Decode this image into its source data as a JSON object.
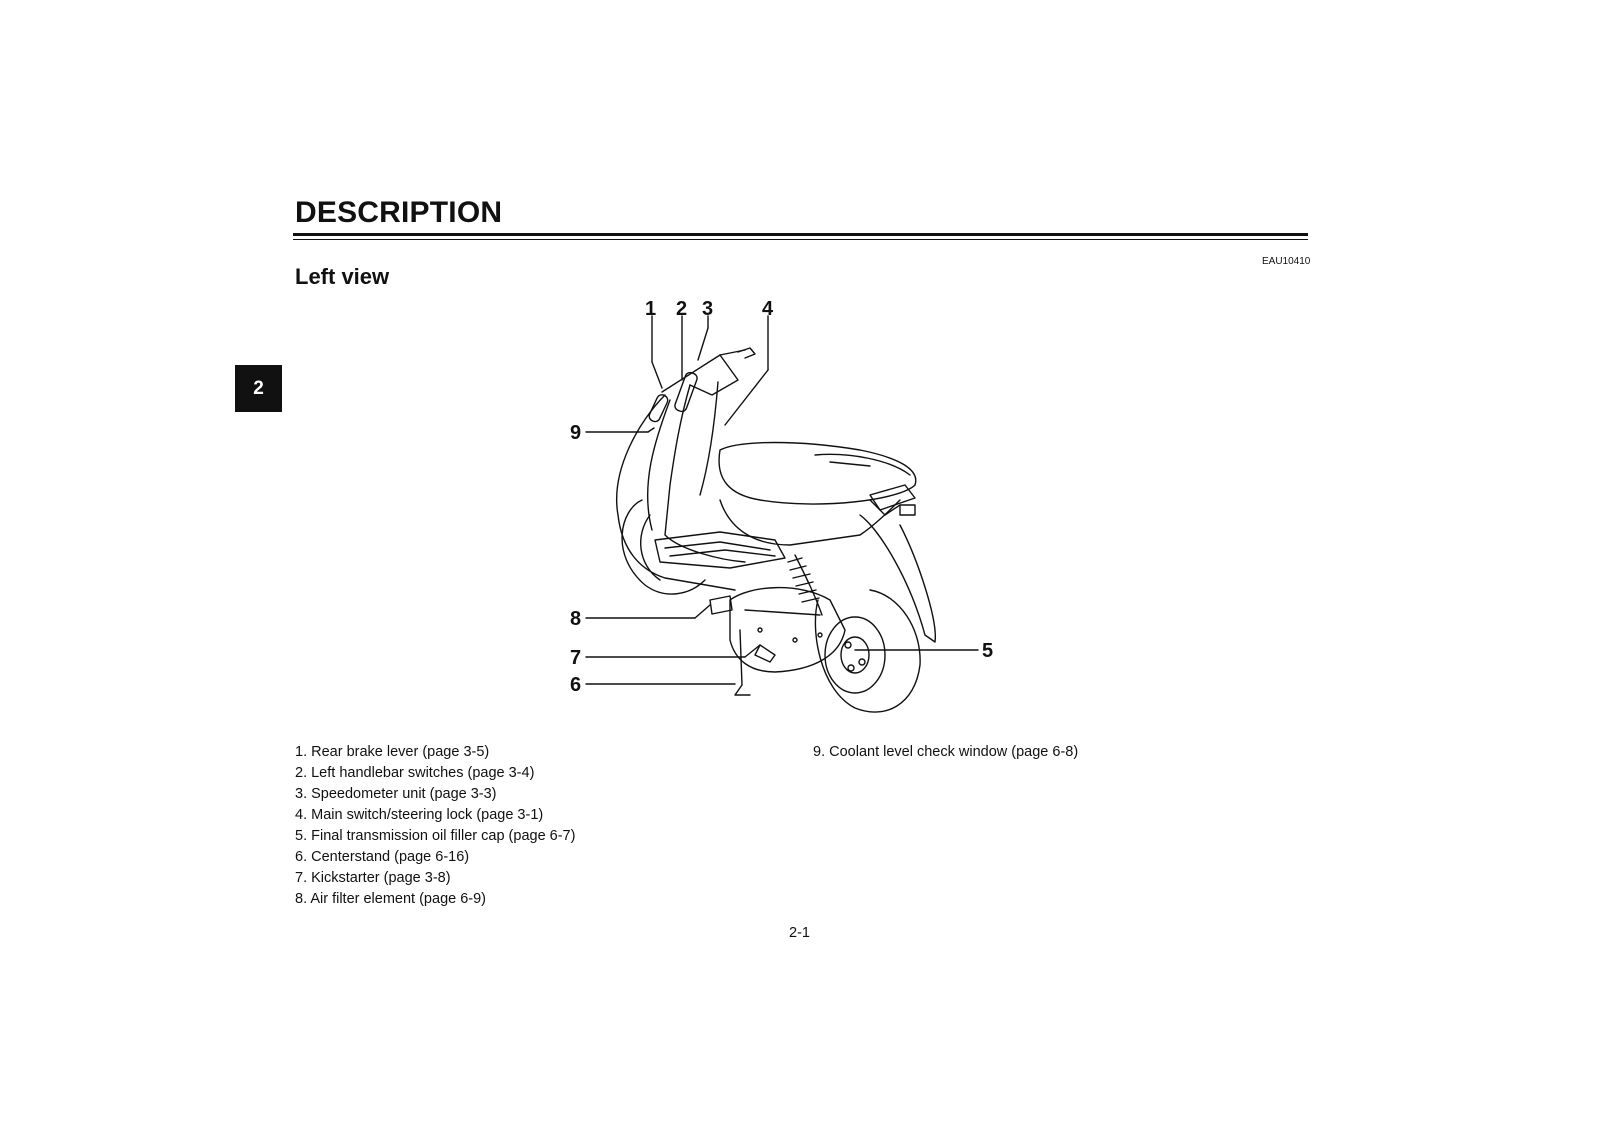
{
  "header": {
    "title": "DESCRIPTION",
    "doc_code": "EAU10410"
  },
  "section": {
    "title": "Left view"
  },
  "tab_marker": "2",
  "figure": {
    "callouts": [
      "1",
      "2",
      "3",
      "4",
      "5",
      "6",
      "7",
      "8",
      "9"
    ]
  },
  "legend": {
    "items": [
      "1. Rear brake lever (page 3-5)",
      "2. Left handlebar switches (page 3-4)",
      "3. Speedometer unit (page 3-3)",
      "4. Main switch/steering lock (page 3-1)",
      "5. Final transmission oil filler cap (page 6-7)",
      "6. Centerstand (page 6-16)",
      "7. Kickstarter (page 3-8)",
      "8. Air filter element (page 6-9)",
      "9. Coolant level check window (page 6-8)"
    ]
  },
  "footer": {
    "page_number": "2-1"
  }
}
